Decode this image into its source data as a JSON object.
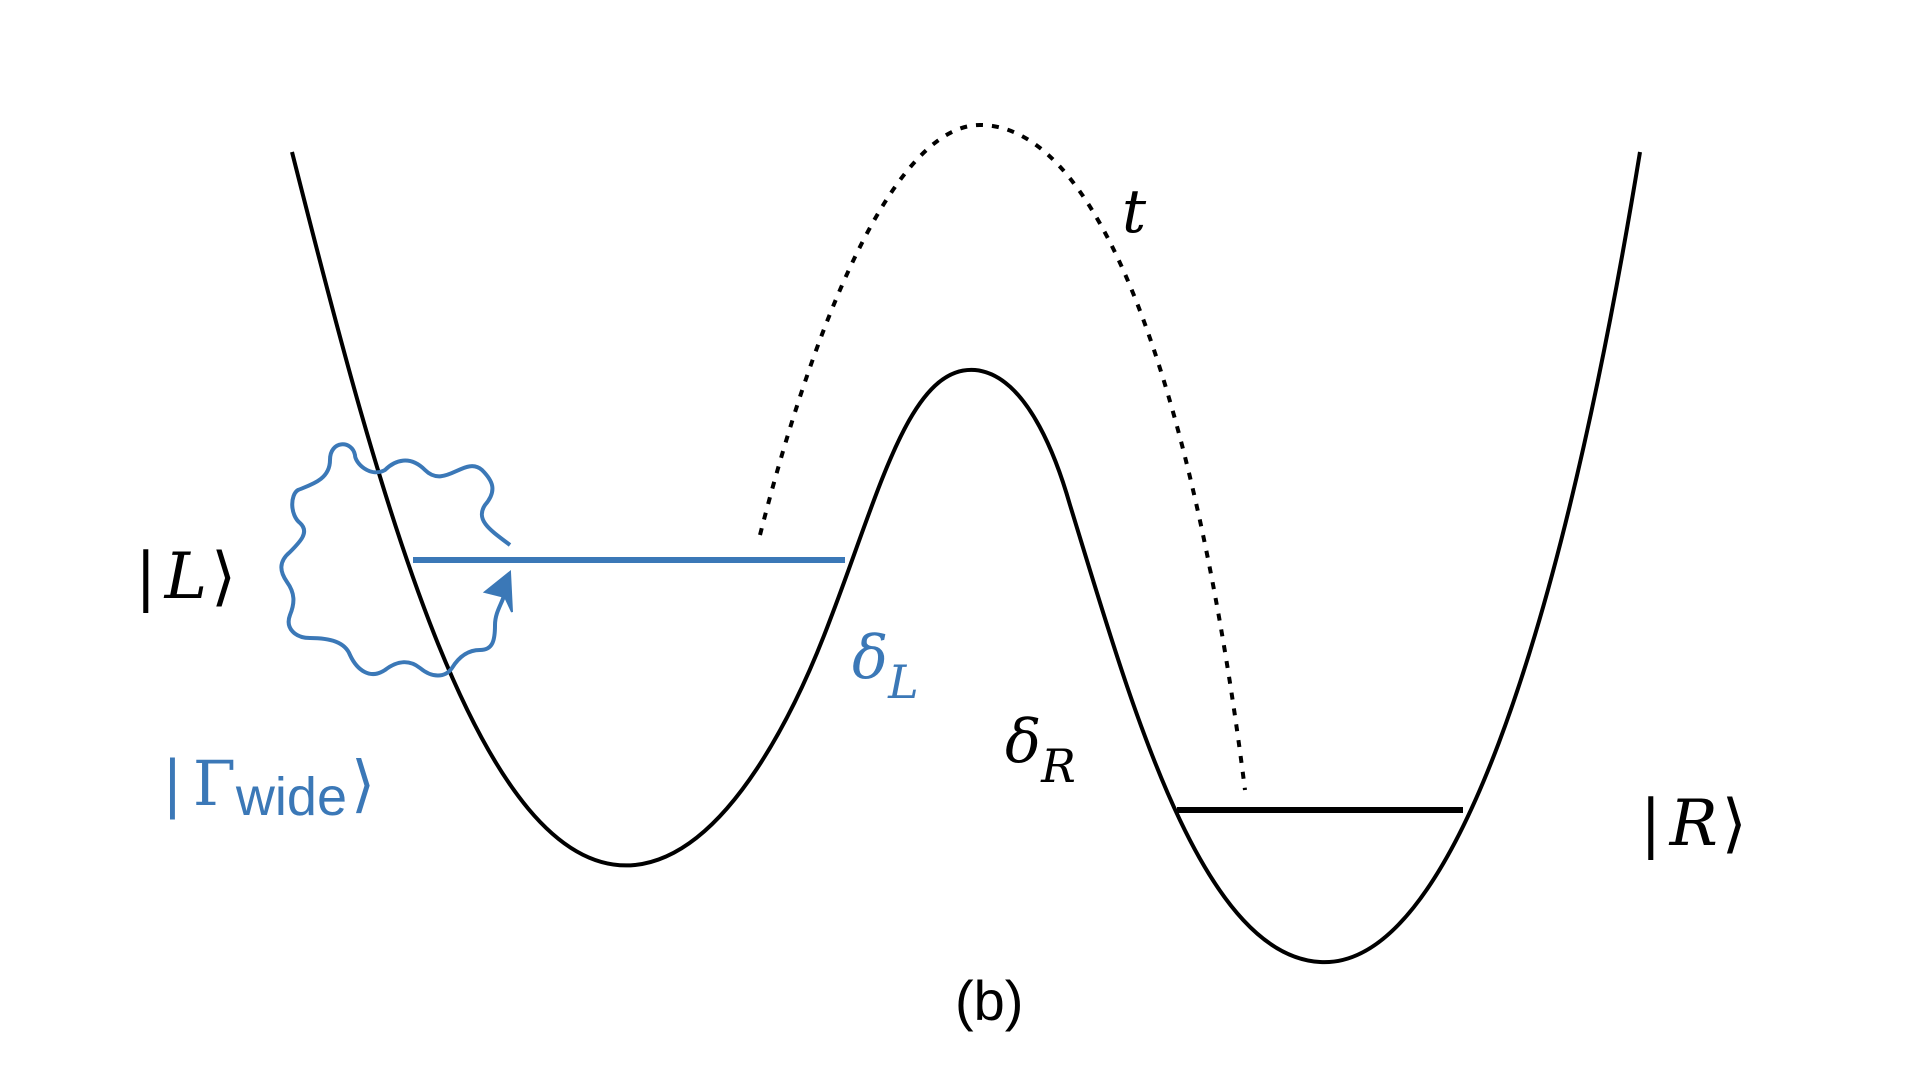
{
  "figure": {
    "caption": "(b)"
  },
  "states": {
    "left": {
      "bar": "|",
      "symbol": "L",
      "bracket": "⟩"
    },
    "right": {
      "bar": "|",
      "symbol": "R",
      "bracket": "⟩"
    },
    "wide": {
      "bar": "|",
      "symbol": "Γ",
      "subscript": "wide",
      "bracket": "⟩"
    }
  },
  "detunings": {
    "left": {
      "symbol": "δ",
      "subscript": "L"
    },
    "right": {
      "symbol": "δ",
      "subscript": "R"
    }
  },
  "coupling": {
    "label": "t"
  },
  "colors": {
    "potential": "#000000",
    "left_level": "#3b78b7",
    "right_level": "#000000",
    "wide_state": "#3b78b7",
    "tunneling_arc": "#000000"
  },
  "icons": {
    "wide_state_cloud": "wavy-cloud-icon",
    "decay_arrow": "arrow-head-icon"
  }
}
